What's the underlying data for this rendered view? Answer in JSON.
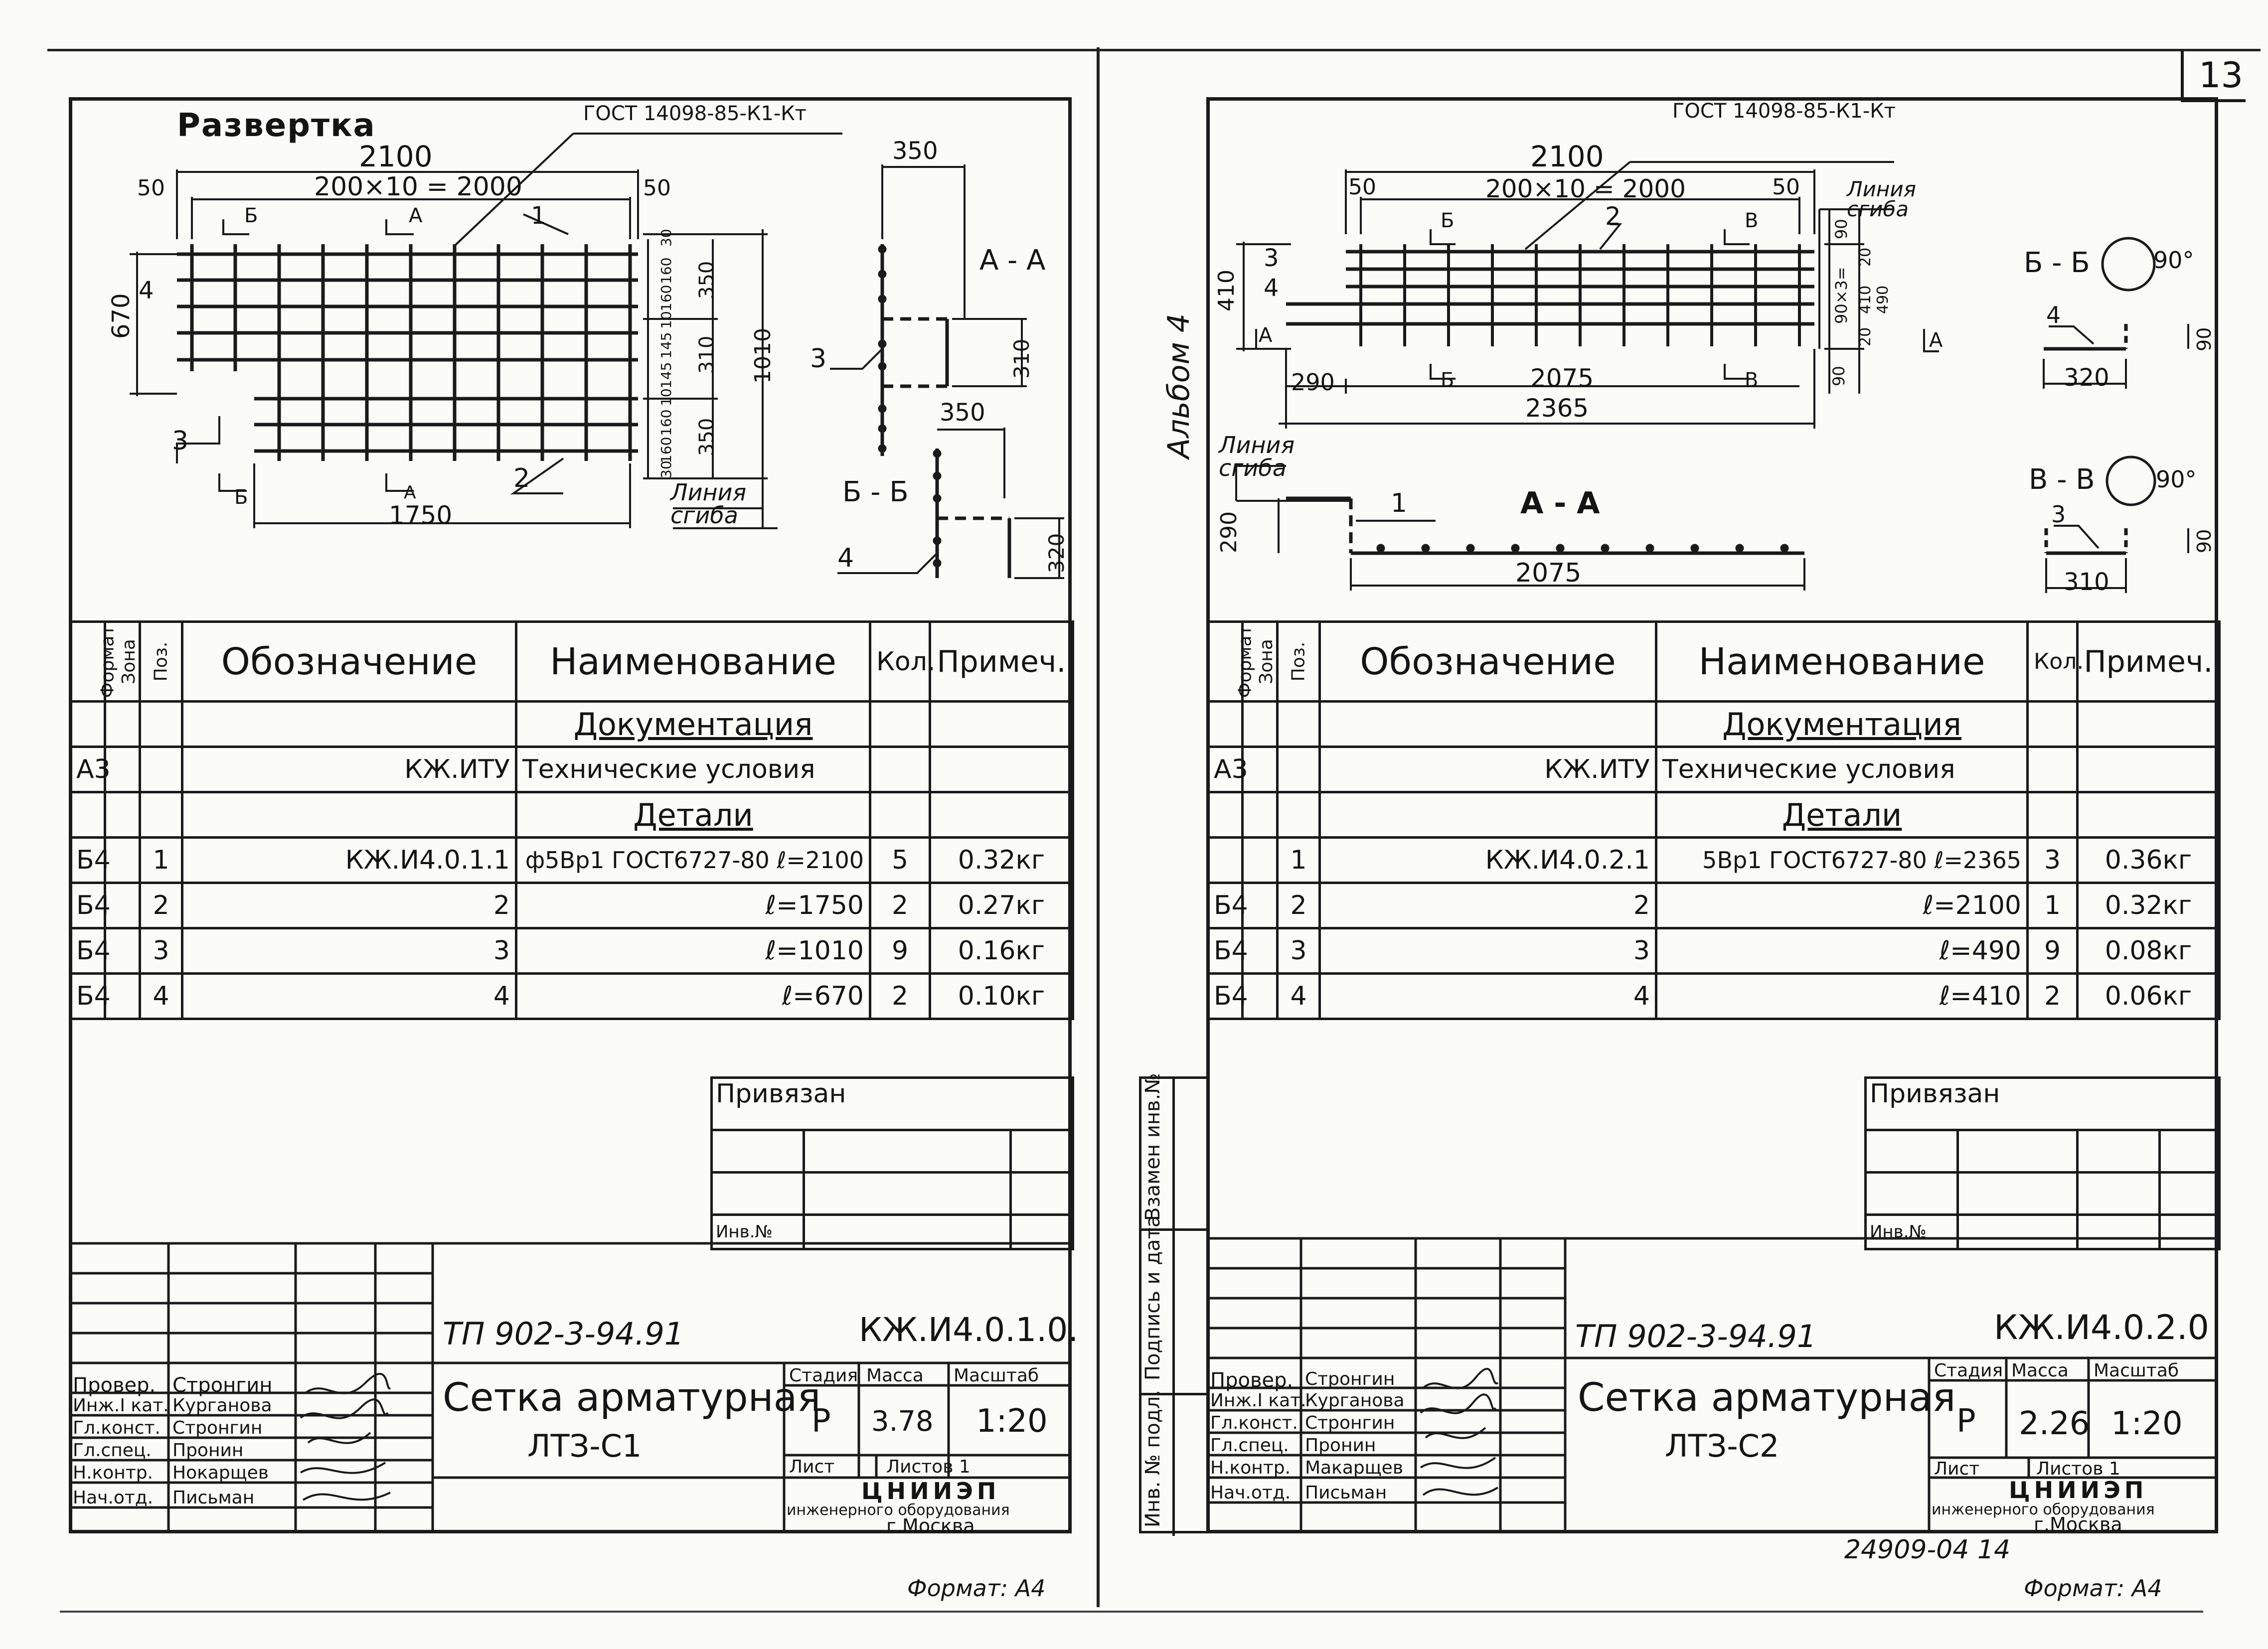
{
  "page_number": "13",
  "archive_number": "24909-04  14",
  "album_label": "Альбом 4",
  "side_labels": [
    "Инв. № подл.",
    "Подпись и дата",
    "Взамен инв.№"
  ],
  "sheets": [
    {
      "drawing": {
        "title": "Развертка",
        "gost": "ГОСТ 14098-85-К1-Кт",
        "dims": {
          "total": "2100",
          "pitch": "200×10 = 2000",
          "end_left": "50",
          "end_right": "50",
          "height": "670",
          "inner": "1750",
          "right_total": "1010",
          "right_350_top": "350",
          "right_310": "310",
          "right_350_bottom": "350",
          "right_small": [
            "30",
            "160",
            "160",
            "10",
            "145",
            "145",
            "10",
            "160",
            "160",
            "30"
          ],
          "aa_width": "350",
          "aa_height": "310",
          "bb_width": "350",
          "bb_height": "320"
        },
        "positions": [
          "1",
          "2",
          "3",
          "4"
        ],
        "section_marks": [
          "Б",
          "А"
        ],
        "section_aa": "А - А",
        "section_bb": "Б - Б",
        "bend_line": "Линия сгиба"
      },
      "spec": {
        "headers": {
          "format": "Формат",
          "zone": "Зона",
          "pos": "Поз.",
          "designation": "Обозначение",
          "name": "Наименование",
          "qty": "Кол.",
          "note": "Примеч."
        },
        "section_docs": "Документация",
        "doc_row": {
          "format": "А3",
          "designation": "КЖ.ИТУ",
          "name": "Технические условия"
        },
        "section_parts": "Детали",
        "rows": [
          {
            "format": "Б4",
            "pos": "1",
            "designation": "КЖ.И4.0.1.1",
            "name": "ф5Вр1 ГОСТ6727-80  ℓ=2100",
            "qty": "5",
            "note": "0.32кг"
          },
          {
            "format": "Б4",
            "pos": "2",
            "designation": "2",
            "name": "ℓ=1750",
            "qty": "2",
            "note": "0.27кг"
          },
          {
            "format": "Б4",
            "pos": "3",
            "designation": "3",
            "name": "ℓ=1010",
            "qty": "9",
            "note": "0.16кг"
          },
          {
            "format": "Б4",
            "pos": "4",
            "designation": "4",
            "name": "ℓ=670",
            "qty": "2",
            "note": "0.10кг"
          }
        ]
      },
      "tied": {
        "label": "Привязан",
        "inv": "Инв.№"
      },
      "title_block": {
        "project": "ТП 902-3-94.91",
        "code": "КЖ.И4.0.1.0.",
        "name_line1": "Сетка арматурная",
        "name_line2": "ЛТЗ-С1",
        "stage_label": "Стадия",
        "mass_label": "Масса",
        "scale_label": "Масштаб",
        "stage": "Р",
        "mass": "3.78",
        "scale": "1:20",
        "sheet_label": "Лист",
        "sheets_label": "Листов 1",
        "org1": "ЦНИИЭП",
        "org2": "инженерного оборудования",
        "org3": "г.Москва",
        "signers": [
          {
            "role": "Провер.",
            "name": "Стронгин"
          },
          {
            "role": "Инж.I кат.",
            "name": "Курганова"
          },
          {
            "role": "Гл.конст.",
            "name": "Стронгин"
          },
          {
            "role": "Гл.спец.",
            "name": "Пронин"
          },
          {
            "role": "Н.контр.",
            "name": "Нокарщев"
          },
          {
            "role": "Нач.отд.",
            "name": "Письман"
          }
        ]
      },
      "format": "Формат: А4"
    },
    {
      "drawing": {
        "gost": "ГОСТ 14098-85-К1-Кт",
        "dims": {
          "total": "2100",
          "pitch": "200×10 = 2000",
          "end_left": "50",
          "end_right": "50",
          "height": "410",
          "inner": "2075",
          "overall": "2365",
          "left_290": "290",
          "right_90_top": "90",
          "right_mid": "90×3=",
          "right_410": "410",
          "right_490": "490",
          "right_20a": "20",
          "right_20b": "20",
          "right_90_bottom": "90",
          "aa_height": "290",
          "aa_width": "2075",
          "bb_width": "320",
          "bb_height": "90",
          "vv_width": "310",
          "vv_height": "90",
          "angle": "90°"
        },
        "positions": [
          "1",
          "2",
          "3",
          "4"
        ],
        "section_marks": [
          "Б",
          "В",
          "А"
        ],
        "section_aa": "А - А",
        "section_bb": "Б - Б",
        "section_vv": "В - В",
        "bend_line": "Линия сгиба"
      },
      "spec": {
        "headers": {
          "format": "Формат",
          "zone": "Зона",
          "pos": "Поз.",
          "designation": "Обозначение",
          "name": "Наименование",
          "qty": "Кол.",
          "note": "Примеч."
        },
        "section_docs": "Документация",
        "doc_row": {
          "format": "А3",
          "designation": "КЖ.ИТУ",
          "name": "Технические условия"
        },
        "section_parts": "Детали",
        "rows": [
          {
            "format": "",
            "pos": "1",
            "designation": "КЖ.И4.0.2.1",
            "name": "5Вр1 ГОСТ6727-80  ℓ=2365",
            "qty": "3",
            "note": "0.36кг"
          },
          {
            "format": "Б4",
            "pos": "2",
            "designation": "2",
            "name": "ℓ=2100",
            "qty": "1",
            "note": "0.32кг"
          },
          {
            "format": "Б4",
            "pos": "3",
            "designation": "3",
            "name": "ℓ=490",
            "qty": "9",
            "note": "0.08кг"
          },
          {
            "format": "Б4",
            "pos": "4",
            "designation": "4",
            "name": "ℓ=410",
            "qty": "2",
            "note": "0.06кг"
          }
        ]
      },
      "tied": {
        "label": "Привязан",
        "inv": "Инв.№"
      },
      "title_block": {
        "project": "ТП 902-3-94.91",
        "code": "КЖ.И4.0.2.0",
        "name_line1": "Сетка арматурная",
        "name_line2": "ЛТЗ-С2",
        "stage_label": "Стадия",
        "mass_label": "Масса",
        "scale_label": "Масштаб",
        "stage": "Р",
        "mass": "2.26",
        "scale": "1:20",
        "sheet_label": "Лист",
        "sheets_label": "Листов 1",
        "org1": "ЦНИИЭП",
        "org2": "инженерного оборудования",
        "org3": "г.Москва",
        "signers": [
          {
            "role": "Провер.",
            "name": "Стронгин"
          },
          {
            "role": "Инж.I кат.",
            "name": "Курганова"
          },
          {
            "role": "Гл.конст.",
            "name": "Стронгин"
          },
          {
            "role": "Гл.спец.",
            "name": "Пронин"
          },
          {
            "role": "Н.контр.",
            "name": "Макарщев"
          },
          {
            "role": "Нач.отд.",
            "name": "Письман"
          }
        ]
      },
      "format": "Формат: А4"
    }
  ]
}
